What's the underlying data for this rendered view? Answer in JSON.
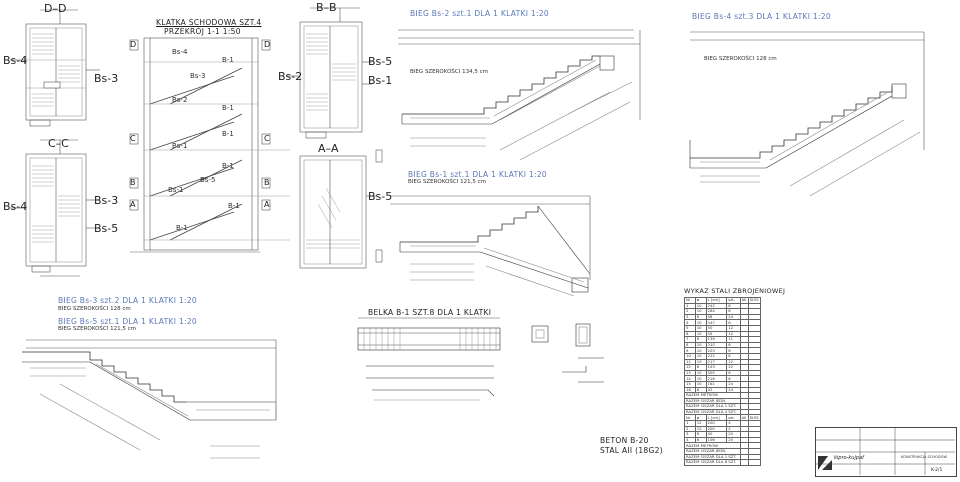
{
  "labels": {
    "dd": "D–D",
    "bb": "B–B",
    "cc": "C–C",
    "aa": "A–A",
    "bs4a": "Bs-4",
    "bs3a": "Bs-3",
    "bs4b": "Bs-4",
    "bs3b": "Bs-3",
    "bs5a": "Bs-5",
    "bs2a": "Bs-2",
    "bs5b": "Bs-5",
    "bs1a": "Bs-1",
    "bs5c": "Bs-5",
    "d1": "D",
    "d2": "D",
    "c1": "C",
    "c2": "C",
    "b1": "B",
    "b2": "B",
    "a1": "A",
    "a2": "A"
  },
  "section": {
    "title": "KLATKA SCHODOWA SZT.4",
    "subtitle": "PRZEKRÓJ 1-1 1:50",
    "flights": [
      "Bs-4",
      "B-1",
      "Bs-3",
      "B-1",
      "Bs-2",
      "B-1",
      "Bs-1",
      "B-1",
      "Bs-5",
      "B-1",
      "Bs-1",
      "B-1"
    ]
  },
  "titles": {
    "bs2": "BIEG Bs-2 szt.1 DLA 1 KLATKI 1:20",
    "bs2w": "BIEG SZEROKOŚCI 134,5 cm",
    "bs4": "BIEG Bs-4 szt.3 DLA 1 KLATKI 1:20",
    "bs4w": "BIEG SZEROKOŚCI 128 cm",
    "bs1": "BIEG Bs-1 szt.1 DLA 1 KLATKI 1:20",
    "bs1w": "BIEG SZEROKOŚCI 121,5 cm",
    "bs3": "BIEG Bs-3 szt.2 DLA 1 KLATKI 1:20",
    "bs3w": "BIEG SZEROKOŚCI 128 cm",
    "bs5": "BIEG Bs-5 szt.1 DLA 1 KLATKI 1:20",
    "bs5w": "BIEG SZEROKOŚCI 121,5 cm",
    "belka": "BELKA B-1 SZT.8 DLA 1 KLATKI",
    "wykaz": "WYKAZ STALI ZBROJENIOWEJ"
  },
  "concrete": {
    "line1": "BETON B-20",
    "line2": "STAL AII (18G2)"
  },
  "wykaz": {
    "header": [
      "Nr",
      "ø",
      "L [cm]",
      "szt.",
      "AII",
      "St3S"
    ],
    "rows": [
      [
        "1",
        "10",
        "242",
        "6",
        "",
        ""
      ],
      [
        "2",
        "10",
        "284",
        "6",
        "",
        ""
      ],
      [
        "3",
        "6",
        "58",
        "24",
        "",
        ""
      ],
      [
        "4",
        "10",
        "347",
        "6",
        "",
        ""
      ],
      [
        "5",
        "10",
        "50",
        "12",
        "",
        ""
      ],
      [
        "6",
        "10",
        "55",
        "12",
        "",
        ""
      ],
      [
        "7",
        "6",
        "139",
        "11",
        "",
        ""
      ],
      [
        "8",
        "10",
        "310",
        "6",
        "",
        ""
      ],
      [
        "9",
        "10",
        "203",
        "6",
        "",
        ""
      ],
      [
        "10",
        "10",
        "212",
        "6",
        "",
        ""
      ],
      [
        "11",
        "10",
        "217",
        "12",
        "",
        ""
      ],
      [
        "12",
        "6",
        "143",
        "22",
        "",
        ""
      ],
      [
        "13",
        "10",
        "305",
        "6",
        "",
        ""
      ],
      [
        "14",
        "10",
        "218",
        "6",
        "",
        ""
      ],
      [
        "15",
        "10",
        "161",
        "24",
        "",
        ""
      ],
      [
        "16",
        "6",
        "42",
        "24",
        "",
        ""
      ]
    ],
    "summary": [
      "RAZEM METRÓW",
      "RAZEM CIĘŻAR JEDN.",
      "RAZEM CIĘŻAR DLA 1 SZT.",
      "RAZEM CIĘŻAR DLA 4 SZT."
    ],
    "rows2": [
      [
        "1",
        "12",
        "200",
        "4",
        "",
        ""
      ],
      [
        "2",
        "12",
        "200",
        "2",
        "",
        ""
      ],
      [
        "3",
        "6",
        "40",
        "20",
        "",
        ""
      ],
      [
        "4",
        "6",
        "106",
        "20",
        "",
        ""
      ]
    ],
    "summary2": [
      "RAZEM METRÓW",
      "RAZEM CIĘŻAR JEDN.",
      "RAZEM CIĘŻAR DLA 1 SZT.",
      "RAZEM CIĘŻAR DLA 8 SZT."
    ]
  },
  "titleblock": {
    "project": "KONSTRUKCJA SCHODÓW",
    "company": "kipro-kujpaf",
    "sheet": "K-2/1"
  }
}
